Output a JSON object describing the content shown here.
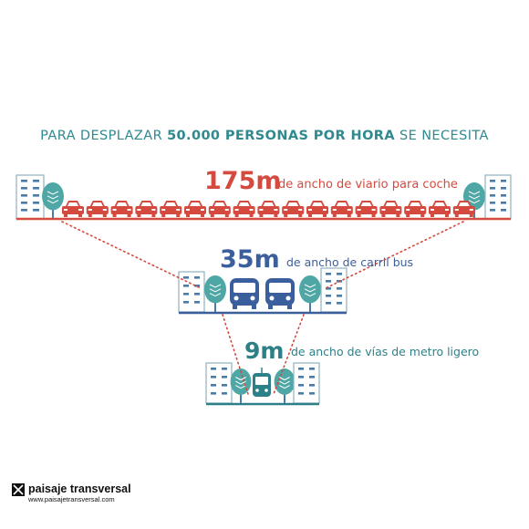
{
  "headline": {
    "prefix": "PARA DESPLAZAR",
    "emphasis": "50.000 PERSONAS POR HORA",
    "suffix": "SE NECESITA"
  },
  "modes": [
    {
      "id": "car",
      "value": "175m",
      "label": "de ancho de viario para coche",
      "color": "#d44a3e"
    },
    {
      "id": "bus",
      "value": "35m",
      "label": "de ancho de carril bus",
      "color": "#3b5f9d"
    },
    {
      "id": "metro",
      "value": "9m",
      "label": "de ancho de vías de metro ligero",
      "color": "#2e8088"
    }
  ],
  "logo": {
    "title": "paisaje transversal",
    "url": "www.paisajetransversal.com"
  },
  "colors": {
    "headline": "#2f8a8f",
    "building_outline": "#8fb0c2",
    "building_window": "#4a7ca8",
    "tree_crown": "#4fa7a5",
    "road_car": "#d44a3e",
    "road_bus": "#3b5f9d",
    "road_metro": "#2e8088",
    "dotted": "#d44a3e"
  },
  "icons": [
    "building-icon",
    "tree-icon",
    "car-icon",
    "bus-icon",
    "tram-icon",
    "logo-mark-icon"
  ]
}
